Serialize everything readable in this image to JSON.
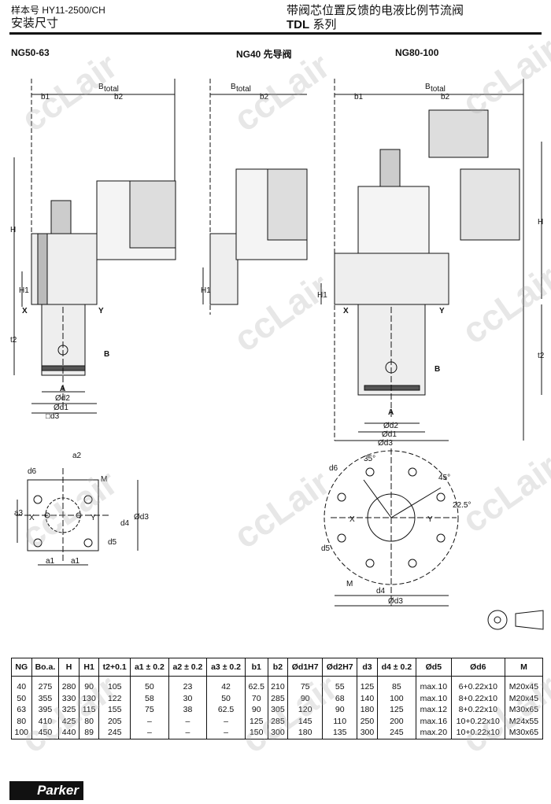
{
  "header": {
    "catalog_no": "样本号 HY11-2500/CH",
    "section": "安装尺寸",
    "title": "带阀芯位置反馈的电液比例节流阀",
    "series_bold": "TDL",
    "series_rest": " 系列"
  },
  "sections": {
    "left": "NG50-63",
    "middle": "NG40 先导阀",
    "right": "NG80-100"
  },
  "labels": {
    "btotal": "B",
    "btotal_sub": "total",
    "b1": "b1",
    "b2": "b2",
    "H": "H",
    "H1": "H1",
    "X": "X",
    "Y": "Y",
    "t2": "t2",
    "B": "B",
    "A": "A",
    "d2": "Ød2",
    "d1": "Ød1",
    "d3_sq": "□d3",
    "d3": "Ød3",
    "a2": "a2",
    "d6": "d6",
    "M": "M",
    "a3": "a3",
    "d4": "d4",
    "d5": "d5",
    "a1": "a1",
    "ang35": "35°",
    "ang45": "45°",
    "ang22": "22.5°"
  },
  "table": {
    "headers": [
      "NG",
      "Bo.a.",
      "H",
      "H1",
      "t2+0.1",
      "a1 ± 0.2",
      "a2 ± 0.2",
      "a3 ± 0.2",
      "b1",
      "b2",
      "Ød1H7",
      "Ød2H7",
      "d3",
      "d4 ± 0.2",
      "Ød5",
      "Ød6",
      "M"
    ],
    "rows": [
      [
        "40",
        "275",
        "280",
        "90",
        "105",
        "50",
        "23",
        "42",
        "62.5",
        "210",
        "75",
        "55",
        "125",
        "85",
        "max.10",
        "6+0.22x10",
        "M20x45"
      ],
      [
        "50",
        "355",
        "330",
        "130",
        "122",
        "58",
        "30",
        "50",
        "70",
        "285",
        "90",
        "68",
        "140",
        "100",
        "max.10",
        "8+0.22x10",
        "M20x45"
      ],
      [
        "63",
        "395",
        "325",
        "115",
        "155",
        "75",
        "38",
        "62.5",
        "90",
        "305",
        "120",
        "90",
        "180",
        "125",
        "max.12",
        "8+0.22x10",
        "M30x65"
      ],
      [
        "80",
        "410",
        "425",
        "80",
        "205",
        "–",
        "–",
        "–",
        "125",
        "285",
        "145",
        "110",
        "250",
        "200",
        "max.16",
        "10+0.22x10",
        "M24x55"
      ],
      [
        "100",
        "450",
        "440",
        "89",
        "245",
        "–",
        "–",
        "–",
        "150",
        "300",
        "180",
        "135",
        "300",
        "245",
        "max.20",
        "10+0.22x10",
        "M30x65"
      ]
    ]
  },
  "footer": {
    "logo": "Parker"
  },
  "watermark": "ccLair"
}
